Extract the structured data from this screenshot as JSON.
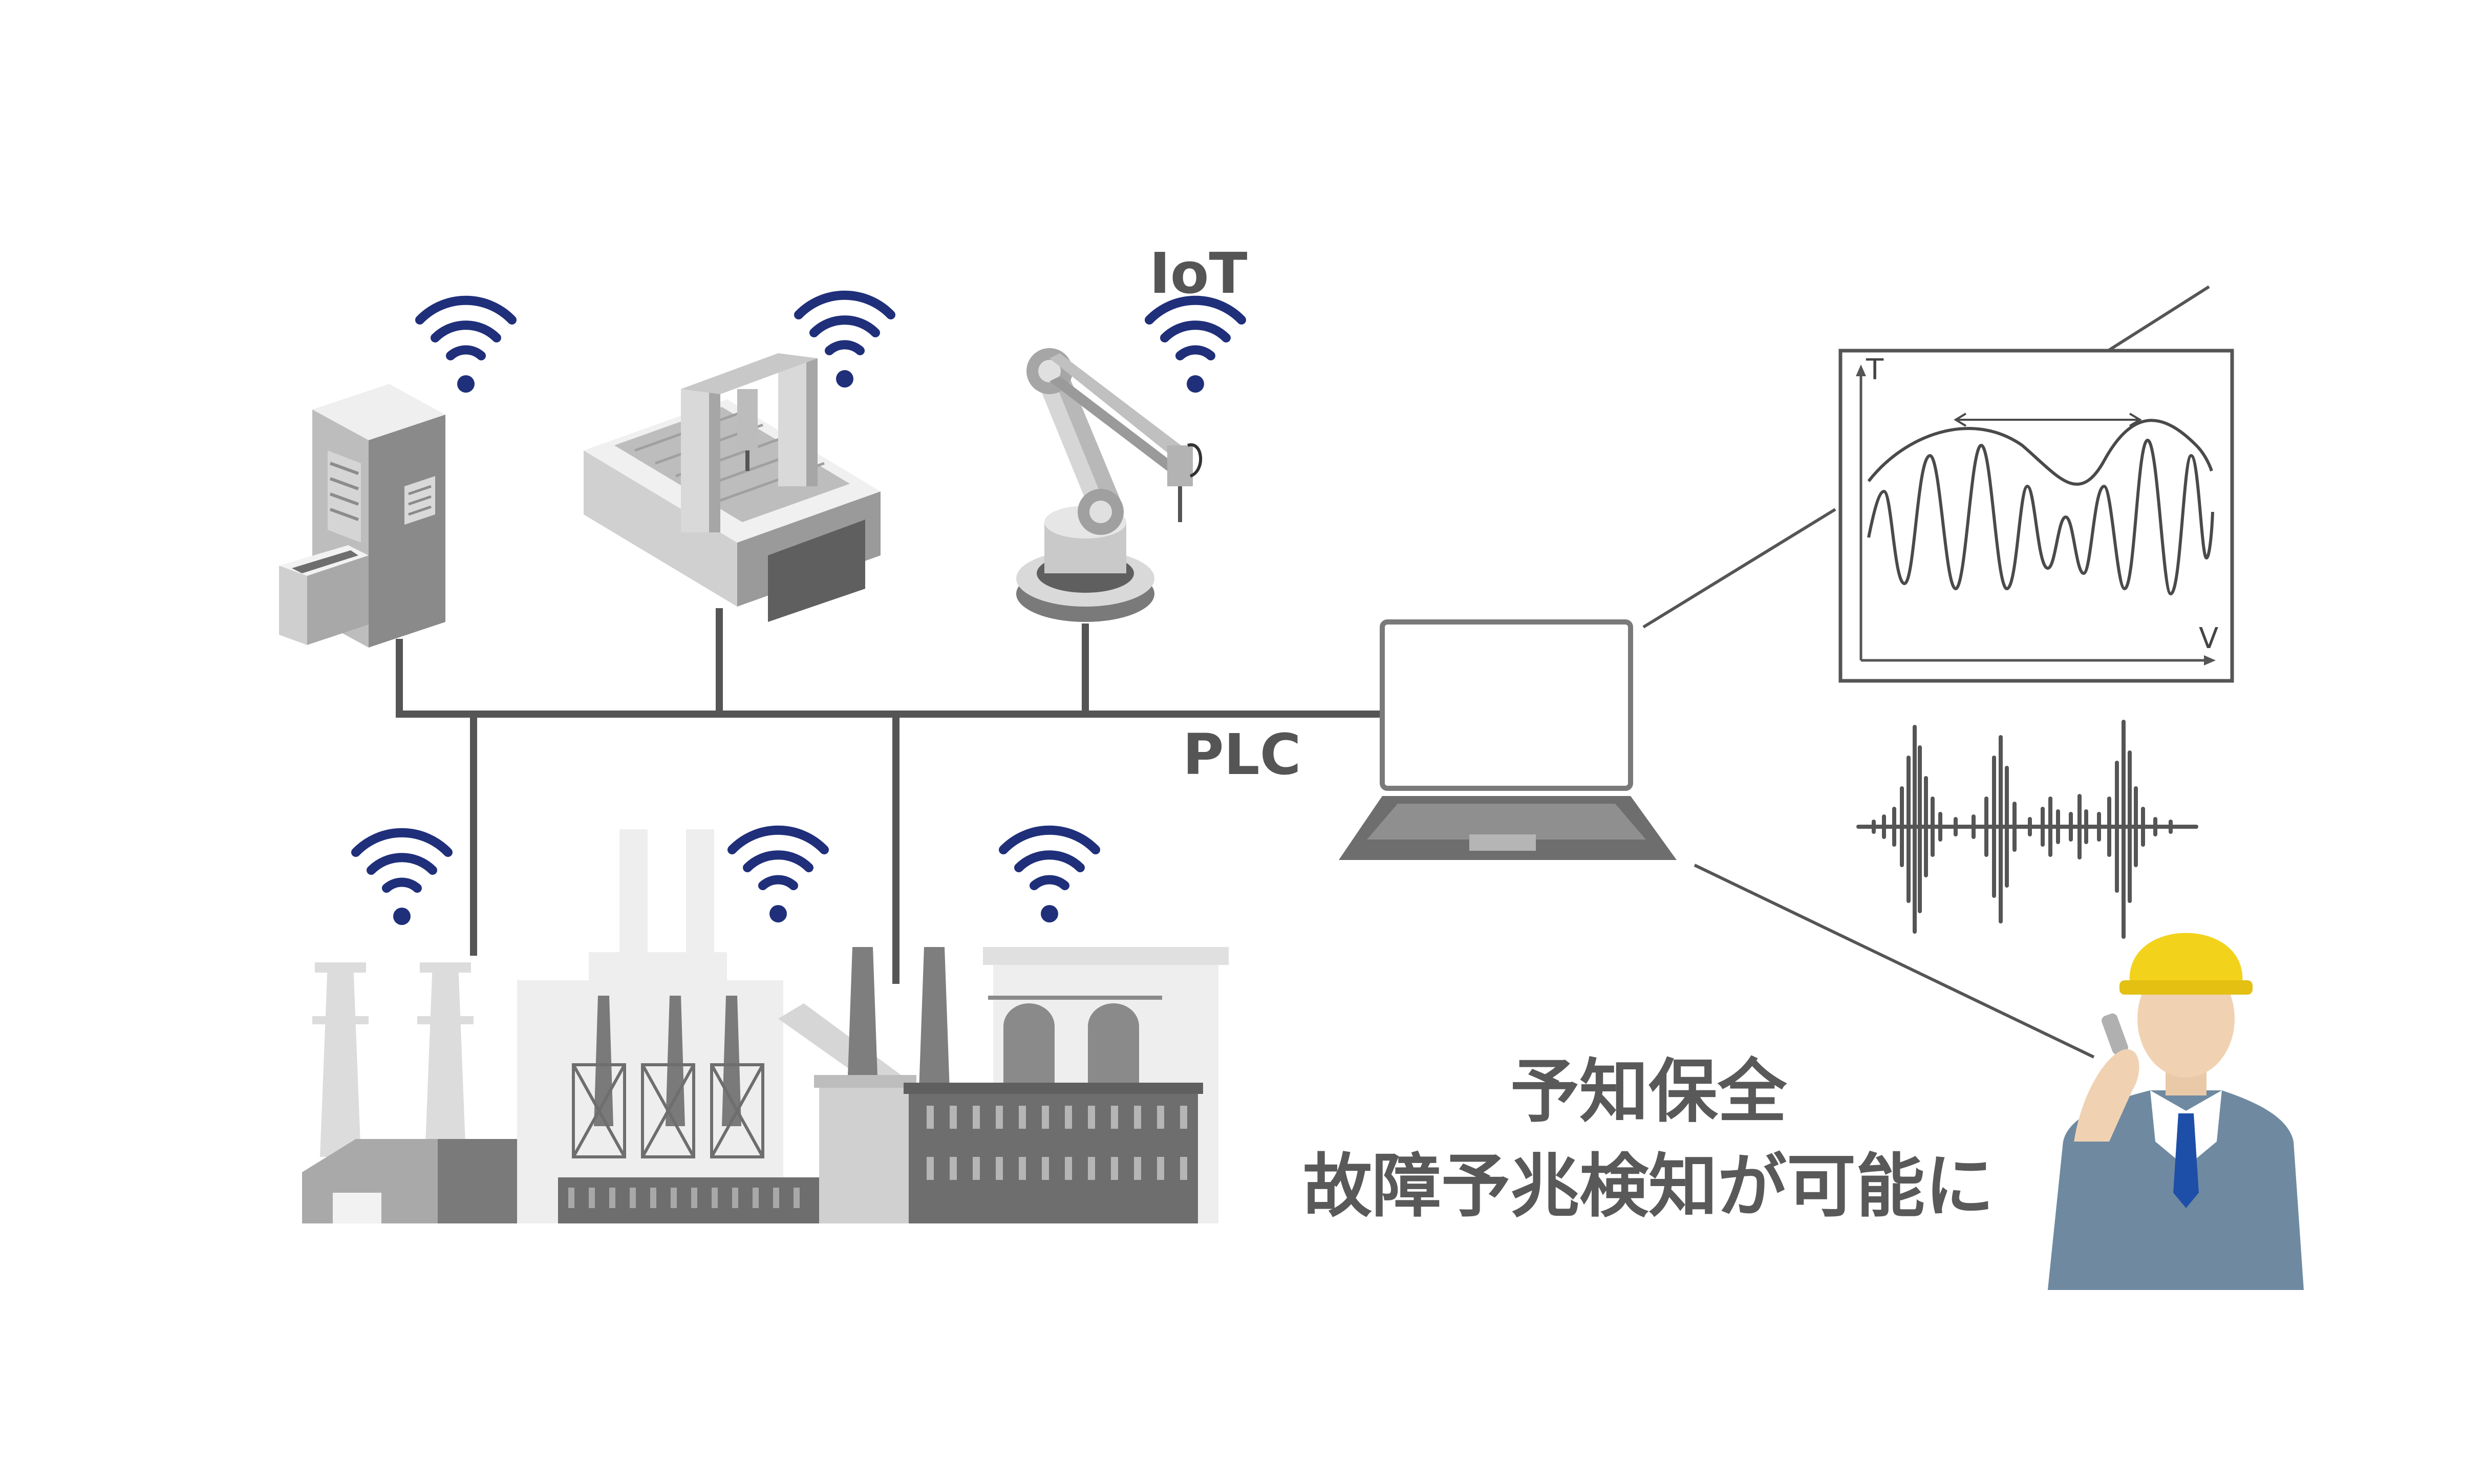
{
  "labels": {
    "iot": "IoT",
    "plc": "PLC",
    "caption_line1": "予知保全",
    "caption_line2": "故障予兆検知が可能に"
  },
  "graph": {
    "axis_y": "T",
    "axis_x": "V"
  },
  "colors": {
    "wifi": "#1f2f7a",
    "line": "#555555",
    "machine_light": "#e6e6e6",
    "machine_mid": "#b3b3b3",
    "machine_dark": "#6e6e6e",
    "helmet": "#f2d21b",
    "suit": "#6f8aa0",
    "tie": "#1e4fa8"
  },
  "icons": [
    "wifi-icon",
    "laptop-icon",
    "worker-icon",
    "factory-icon",
    "robot-arm-icon",
    "conveyor-icon",
    "server-cabinet-icon"
  ]
}
